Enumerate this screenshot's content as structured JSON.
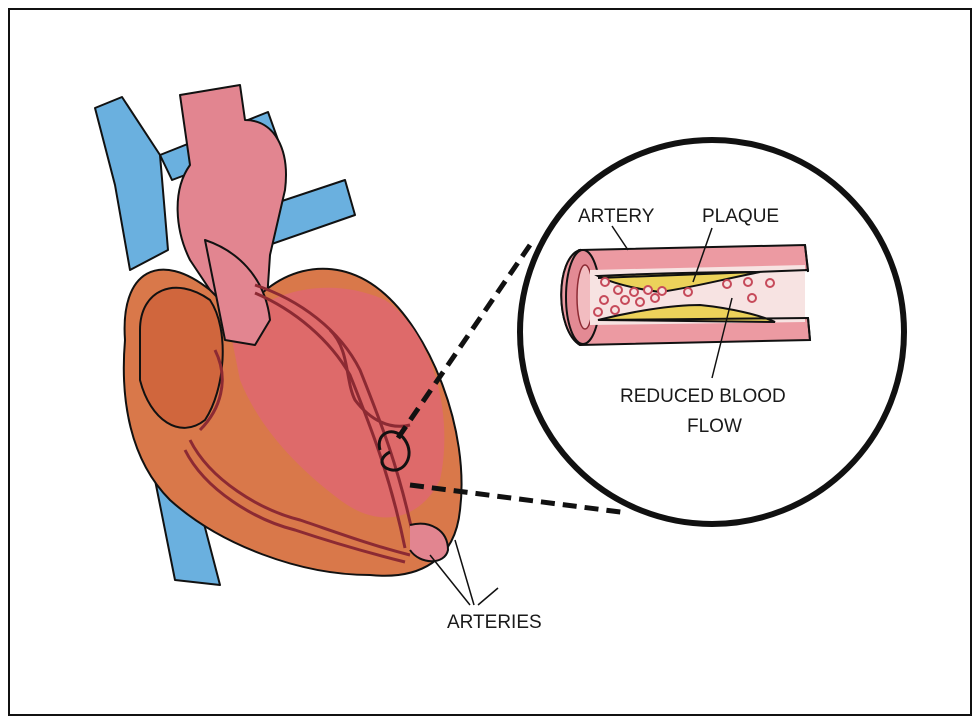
{
  "labels": {
    "artery": "ARTERY",
    "plaque": "PLAQUE",
    "reduced_line1": "REDUCED BLOOD",
    "reduced_line2": "FLOW",
    "arteries": "ARTERIES"
  },
  "colors": {
    "vein_blue": "#6ab0df",
    "aorta_pink": "#e28590",
    "muscle_orange": "#d9784a",
    "ventricle_pink": "#de6a6a",
    "vessel_red": "#b8404a",
    "plaque_yellow": "#ecd25a",
    "blood_cell": "#c64a5a",
    "artery_wall": "#ec9aa2",
    "lumen": "#f7e3e2",
    "outline": "#111111"
  },
  "icons": [
    "heart-illustration",
    "artery-cross-section",
    "magnifier-circle"
  ]
}
